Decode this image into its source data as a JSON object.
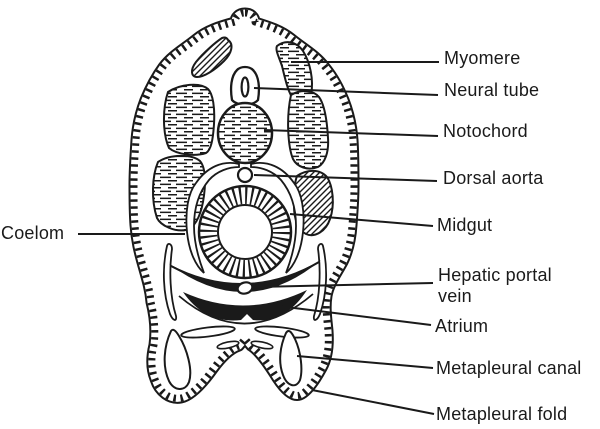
{
  "figure": {
    "background": "#ffffff",
    "ink_color": "#1a1a1a",
    "labels": [
      {
        "id": "myomere",
        "text": "Myomere"
      },
      {
        "id": "neural-tube",
        "text": "Neural tube"
      },
      {
        "id": "notochord",
        "text": "Notochord"
      },
      {
        "id": "dorsal-aorta",
        "text": "Dorsal aorta"
      },
      {
        "id": "midgut",
        "text": "Midgut"
      },
      {
        "id": "hepatic-portal-vein",
        "text": "Hepatic portal vein"
      },
      {
        "id": "atrium",
        "text": "Atrium"
      },
      {
        "id": "metapleural-canal",
        "text": "Metapleural canal"
      },
      {
        "id": "metapleural-fold",
        "text": "Metapleural fold"
      },
      {
        "id": "coelom",
        "text": "Coelom"
      }
    ]
  }
}
